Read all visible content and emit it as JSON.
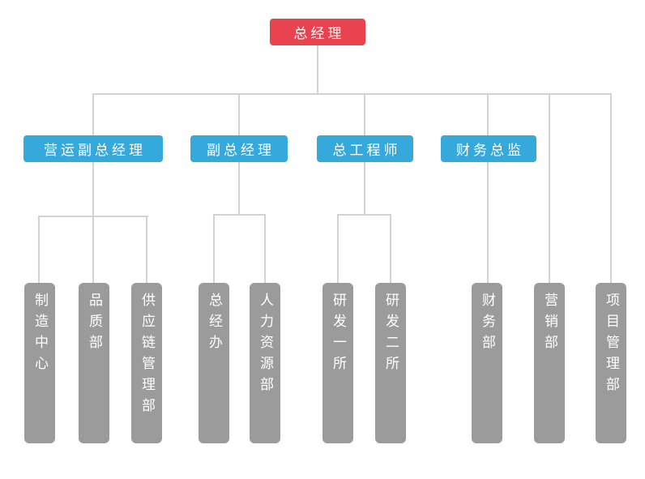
{
  "org_chart": {
    "root": {
      "label": "总经理"
    },
    "executives": [
      {
        "label": "营运副总经理"
      },
      {
        "label": "副总经理"
      },
      {
        "label": "总工程师"
      },
      {
        "label": "财务总监"
      }
    ],
    "departments": [
      {
        "label": "制造中心"
      },
      {
        "label": "品质部"
      },
      {
        "label": "供应链管理部"
      },
      {
        "label": "总经办"
      },
      {
        "label": "人力资源部"
      },
      {
        "label": "研发一所"
      },
      {
        "label": "研发二所"
      },
      {
        "label": "财务部"
      },
      {
        "label": "营销部"
      },
      {
        "label": "项目管理部"
      }
    ],
    "colors": {
      "root_box": "#e8434e",
      "executive_box": "#35a8dc",
      "department_box": "#9b9b9b",
      "connector_line": "#d2d2d2",
      "text": "#ffffff"
    }
  }
}
